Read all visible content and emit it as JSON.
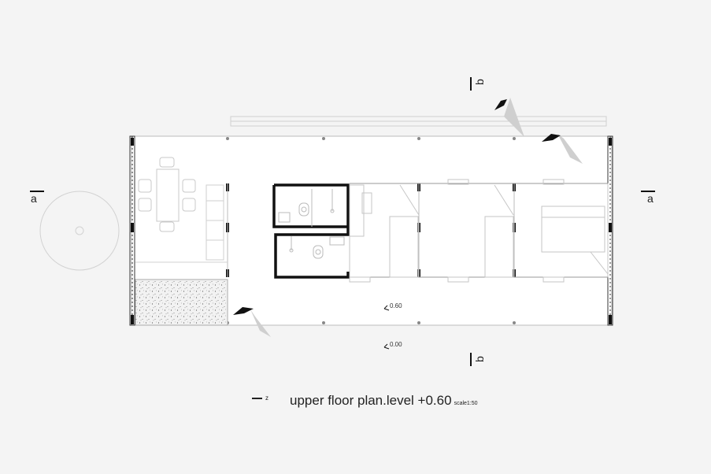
{
  "drawing": {
    "title": "upper floor plan.level +0.60",
    "scale": "scale1:50",
    "section_marks": {
      "a_left": "a",
      "a_right": "a",
      "b_top": "b",
      "b_bottom": "b"
    },
    "level_markers": [
      "0.60",
      "0.00"
    ],
    "north_letter": "z"
  },
  "colors": {
    "background": "#f4f4f4",
    "wall": "#111111",
    "line": "#c8c8c8",
    "column": "#888888"
  }
}
